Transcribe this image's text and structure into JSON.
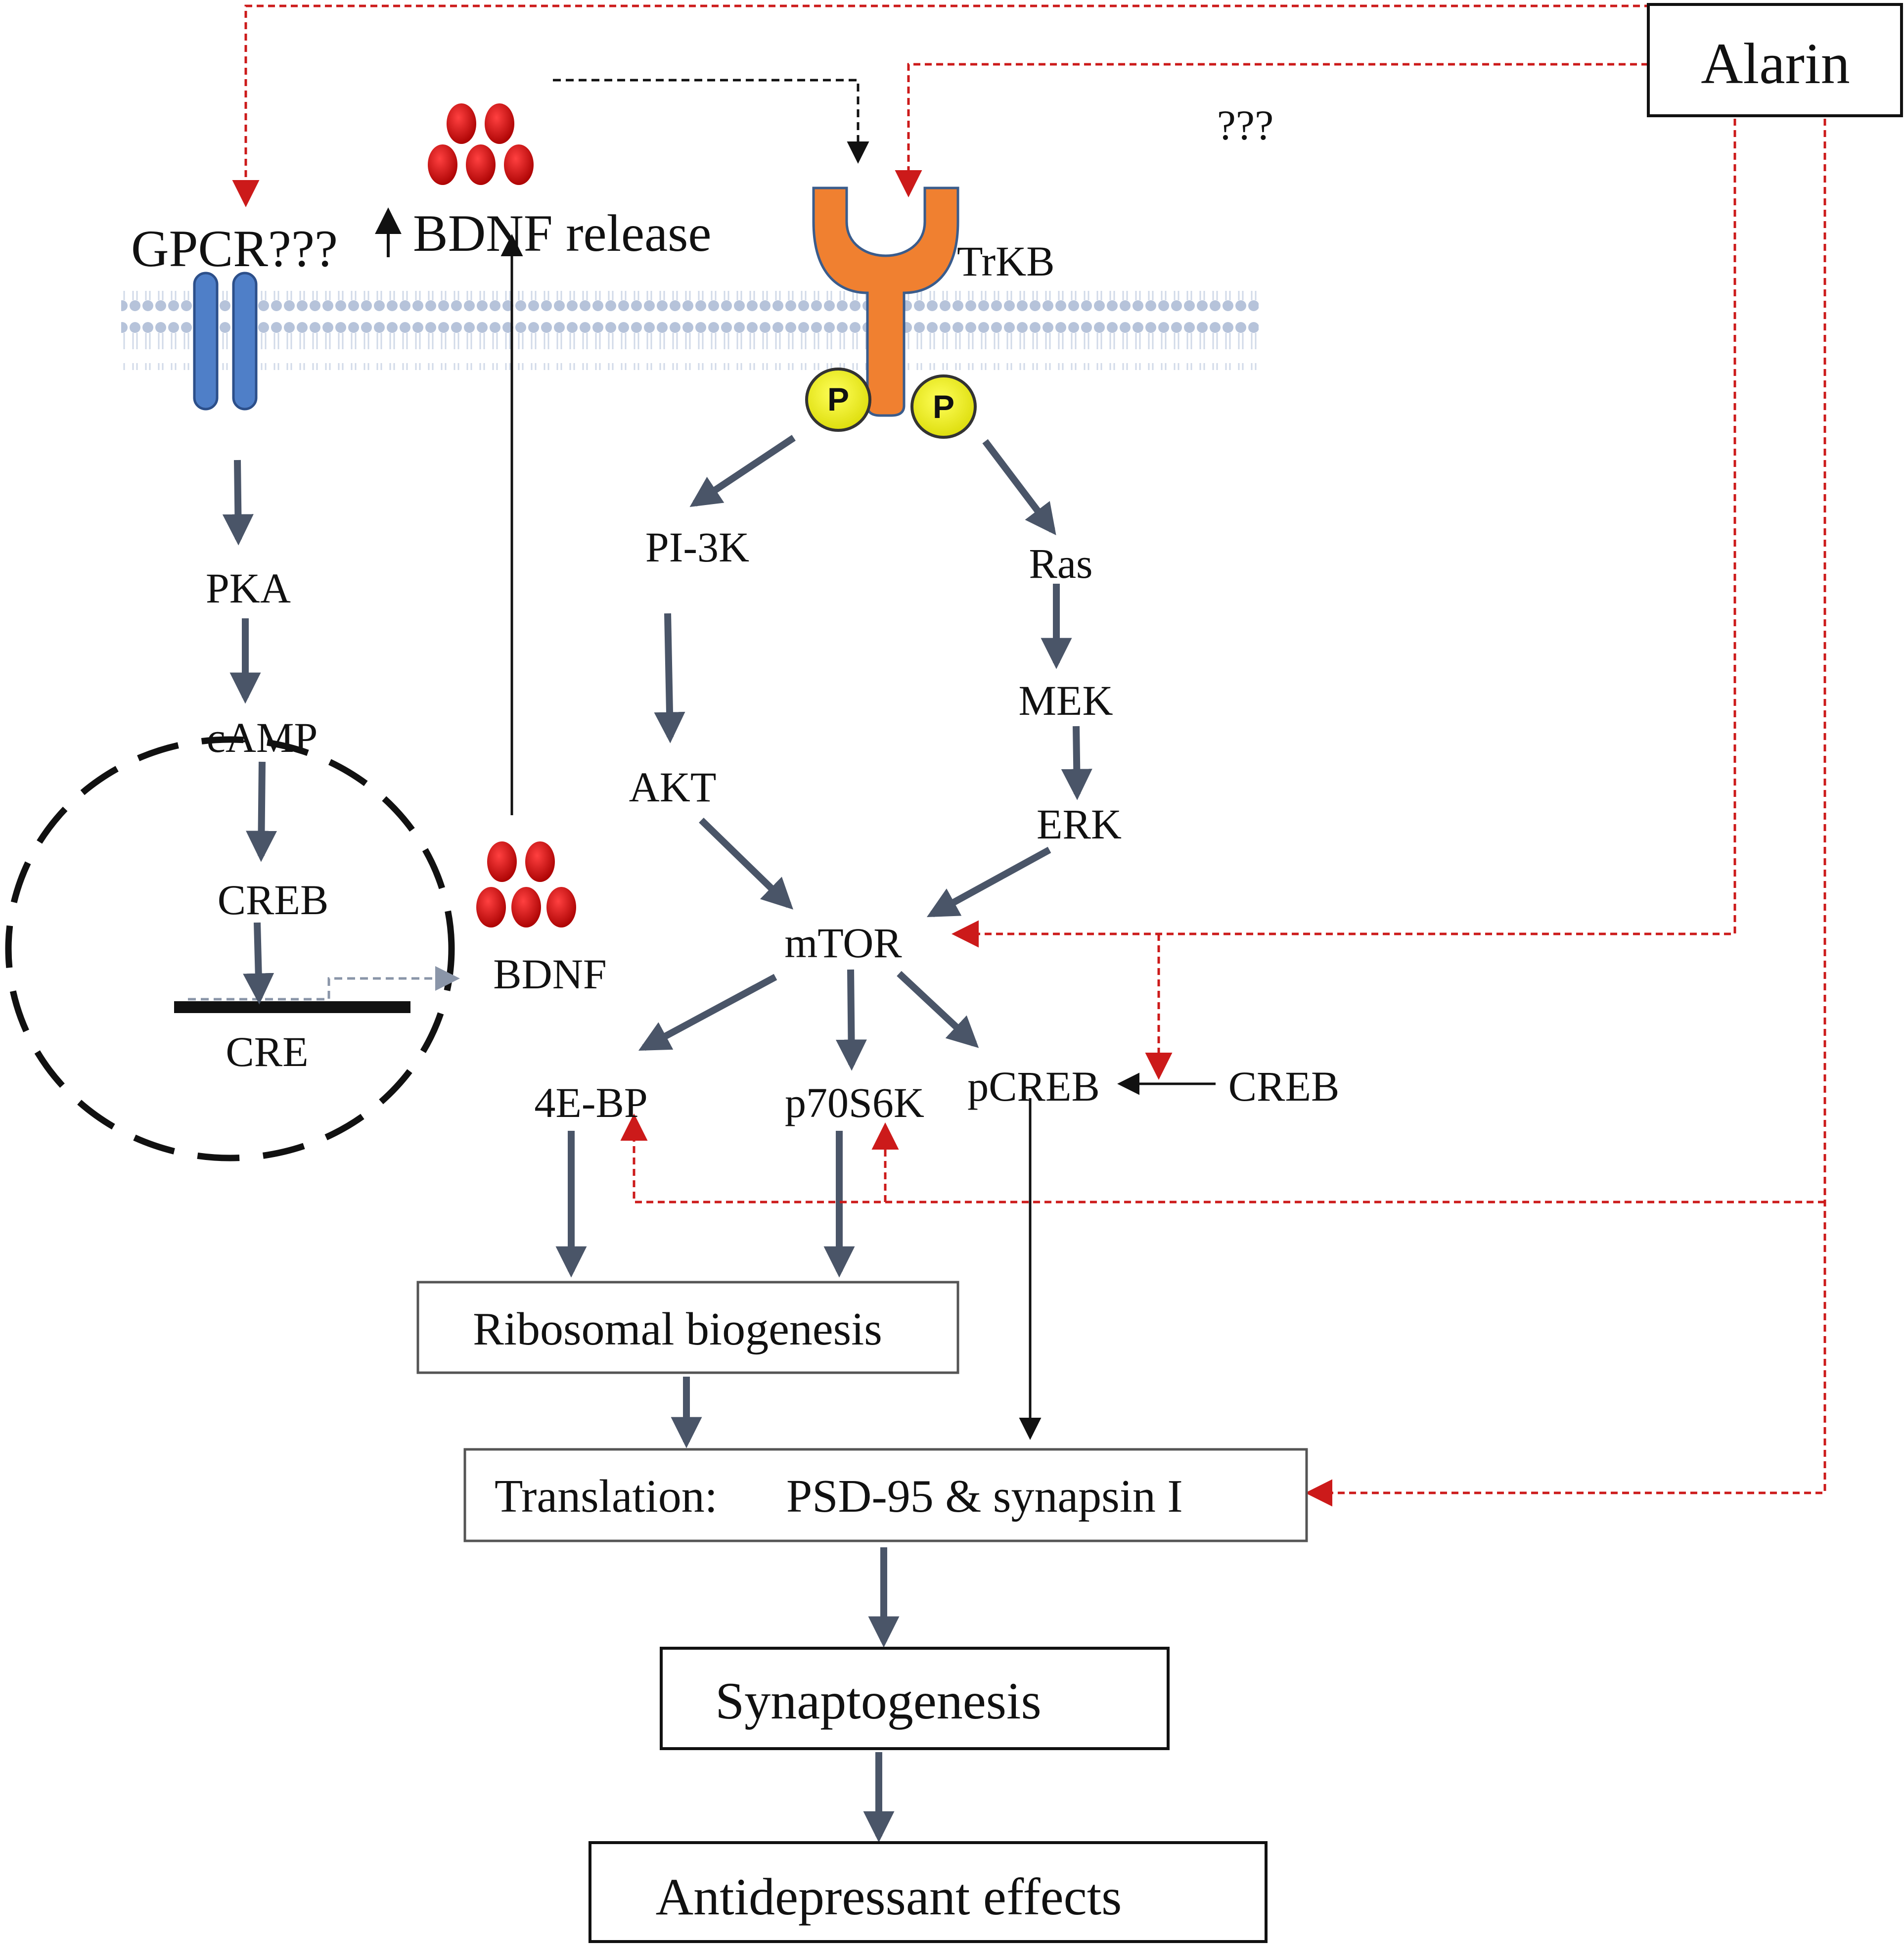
{
  "colors": {
    "pathway_arrow": "#4a5568",
    "alarin_dashed": "#cc1a1a",
    "bdnf_dots": "#cc0000",
    "trkb_receptor": "#f08030",
    "phospho_site": "#e8e800",
    "gpcr": "#4f7fc8",
    "membrane": "#c6d2e6"
  },
  "labels": {
    "alarin": "Alarin",
    "unknown_pathway": "???",
    "gpcr": "GPCR???",
    "bdnf_release": "BDNF release",
    "trkb": "TrKB",
    "phospho": "P",
    "pka": "PKA",
    "camp": "cAMP",
    "creb_nucleus": "CREB",
    "cre": "CRE",
    "bdnf": "BDNF",
    "pi3k": "PI-3K",
    "akt": "AKT",
    "ras": "Ras",
    "mek": "MEK",
    "erk": "ERK",
    "mtor": "mTOR",
    "fourebp": "4E-BP",
    "p70s6k": "p70S6K",
    "pcreb": "pCREB",
    "creb_right": "CREB",
    "ribosomal": "Ribosomal biogenesis",
    "translation_prefix": "Translation:",
    "translation_suffix": "PSD-95 & synapsin I",
    "synaptogenesis": "Synaptogenesis",
    "antidepressant": "Antidepressant effects"
  }
}
